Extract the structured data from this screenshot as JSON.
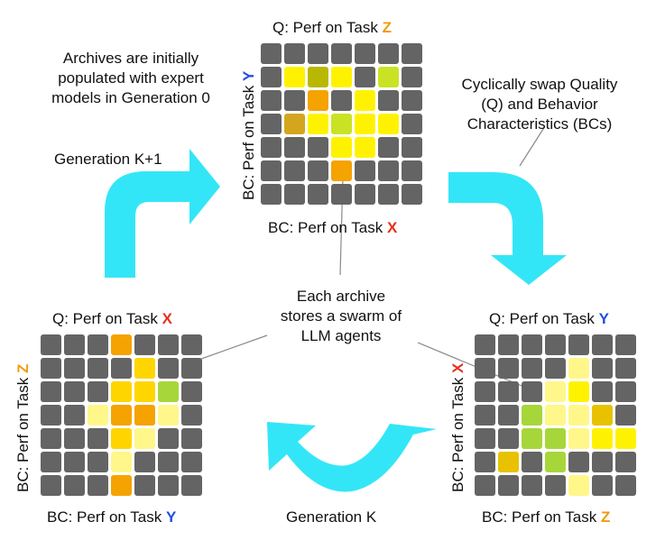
{
  "colors": {
    "gray": "#646464",
    "cyan_arrow": "#33e6f7",
    "task_x": "#e5301f",
    "task_y": "#1f4fe0",
    "task_z": "#f29a11",
    "fill_A": "#f5a300",
    "fill_B": "#ffd500",
    "fill_C": "#fff200",
    "fill_D": "#fff78a",
    "fill_E": "#a7d63a",
    "fill_F": "#c9e324",
    "fill_G": "#d4a61d",
    "fill_H": "#b8b800",
    "fill_I": "#e8c200"
  },
  "text": {
    "intro": [
      "Archives are initially",
      "populated with expert",
      "models in Generation 0"
    ],
    "swap": [
      "Cyclically swap Quality",
      "(Q) and Behavior",
      "Characteristics (BCs)"
    ],
    "gen_k1": "Generation K+1",
    "gen_k": "Generation K",
    "swarm": [
      "Each archive",
      "stores a swarm of",
      "LLM agents"
    ]
  },
  "archives": {
    "top": {
      "q_prefix": "Q: Perf on Task ",
      "q_task": "Z",
      "bc_side_prefix": "BC: Perf on Task ",
      "bc_side_task": "Y",
      "bc_bottom_prefix": "BC: Perf on Task ",
      "bc_bottom_task": "X",
      "cells": [
        ".......",
        ".CHC.F.",
        "..A.C..",
        ".GCFCC.",
        "...CC..",
        "...A...",
        "......."
      ]
    },
    "left": {
      "q_prefix": "Q: Perf on Task ",
      "q_task": "X",
      "bc_side_prefix": "BC: Perf on Task ",
      "bc_side_task": "Z",
      "bc_bottom_prefix": "BC: Perf on Task ",
      "bc_bottom_task": "Y",
      "cells": [
        "...A...",
        "....B..",
        "...BBE.",
        "..DAAD.",
        "...BD..",
        "...D...",
        "...A..."
      ]
    },
    "right": {
      "q_prefix": "Q: Perf on Task ",
      "q_task": "Y",
      "bc_side_prefix": "BC: Perf on Task ",
      "bc_side_task": "X",
      "bc_bottom_prefix": "BC: Perf on Task ",
      "bc_bottom_task": "Z",
      "cells": [
        ".......",
        "....D..",
        "...DC..",
        "..EDDI.",
        "..EEDCC",
        ".I.E...",
        "....D.."
      ]
    }
  }
}
